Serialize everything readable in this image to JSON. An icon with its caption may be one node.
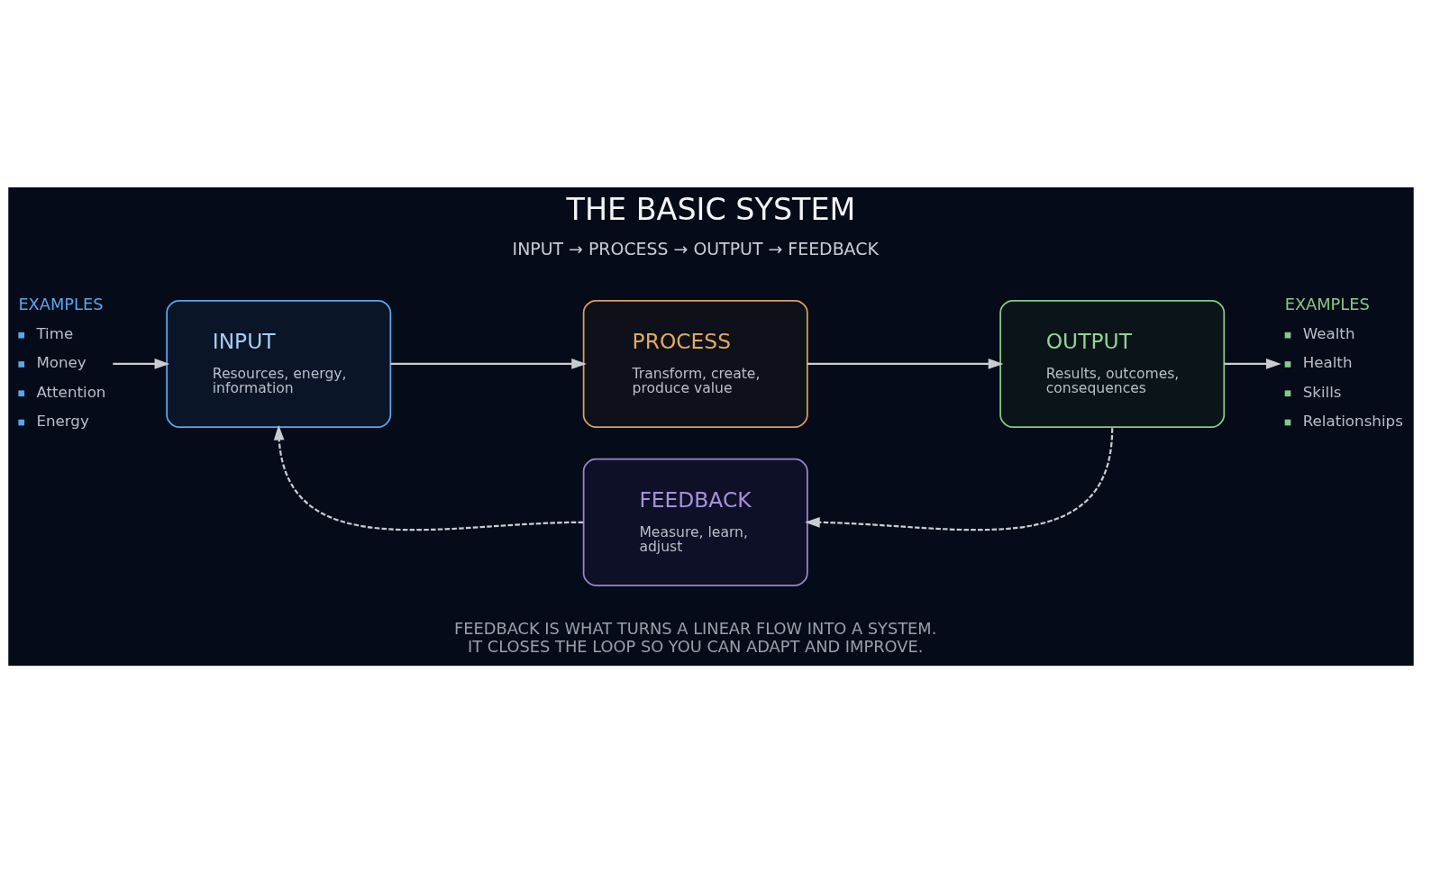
{
  "diagram": {
    "title": "THE BASIC SYSTEM",
    "caption": "FEEDBACK IS WHAT TURNS A LINEAR FLOW INTO A SYSTEM. IT CLOSES THE LOOP SO YOU CAN ADAPT AND IMPROVE.",
    "nodes": [
      {
        "text": [
          "EXAMPLES",
          "Time",
          "Money",
          "Attention",
          "Energy"
        ]
      },
      {
        "text": [
          "INPUT",
          "Resources, energy, information"
        ]
      },
      {
        "text": [
          "PROCESS",
          "Transform, create, produce value"
        ]
      },
      {
        "text": [
          "OUTPUT",
          "Results, outcomes, consequences"
        ]
      },
      {
        "text": [
          "EXAMPLES",
          "Wealth",
          "Health",
          "Skills",
          "Relationships"
        ]
      },
      {
        "text": [
          "FEEDBACK",
          "Measure, learn, adjust"
        ]
      }
    ],
    "edges": [
      {
        "from": 0,
        "to": 1,
        "arrow": "to"
      },
      {
        "from": 1,
        "to": 2,
        "arrow": "to"
      },
      {
        "from": 2,
        "to": 3,
        "arrow": "to"
      },
      {
        "from": 3,
        "to": 4,
        "arrow": "to"
      },
      {
        "from": 3,
        "to": 5,
        "arrow": "to",
        "style": "dashed"
      },
      {
        "from": 5,
        "to": 1,
        "arrow": "to",
        "style": "dashed"
      }
    ],
    "labels": [
      "INPUT → PROCESS → OUTPUT → FEEDBACK"
    ]
  }
}
